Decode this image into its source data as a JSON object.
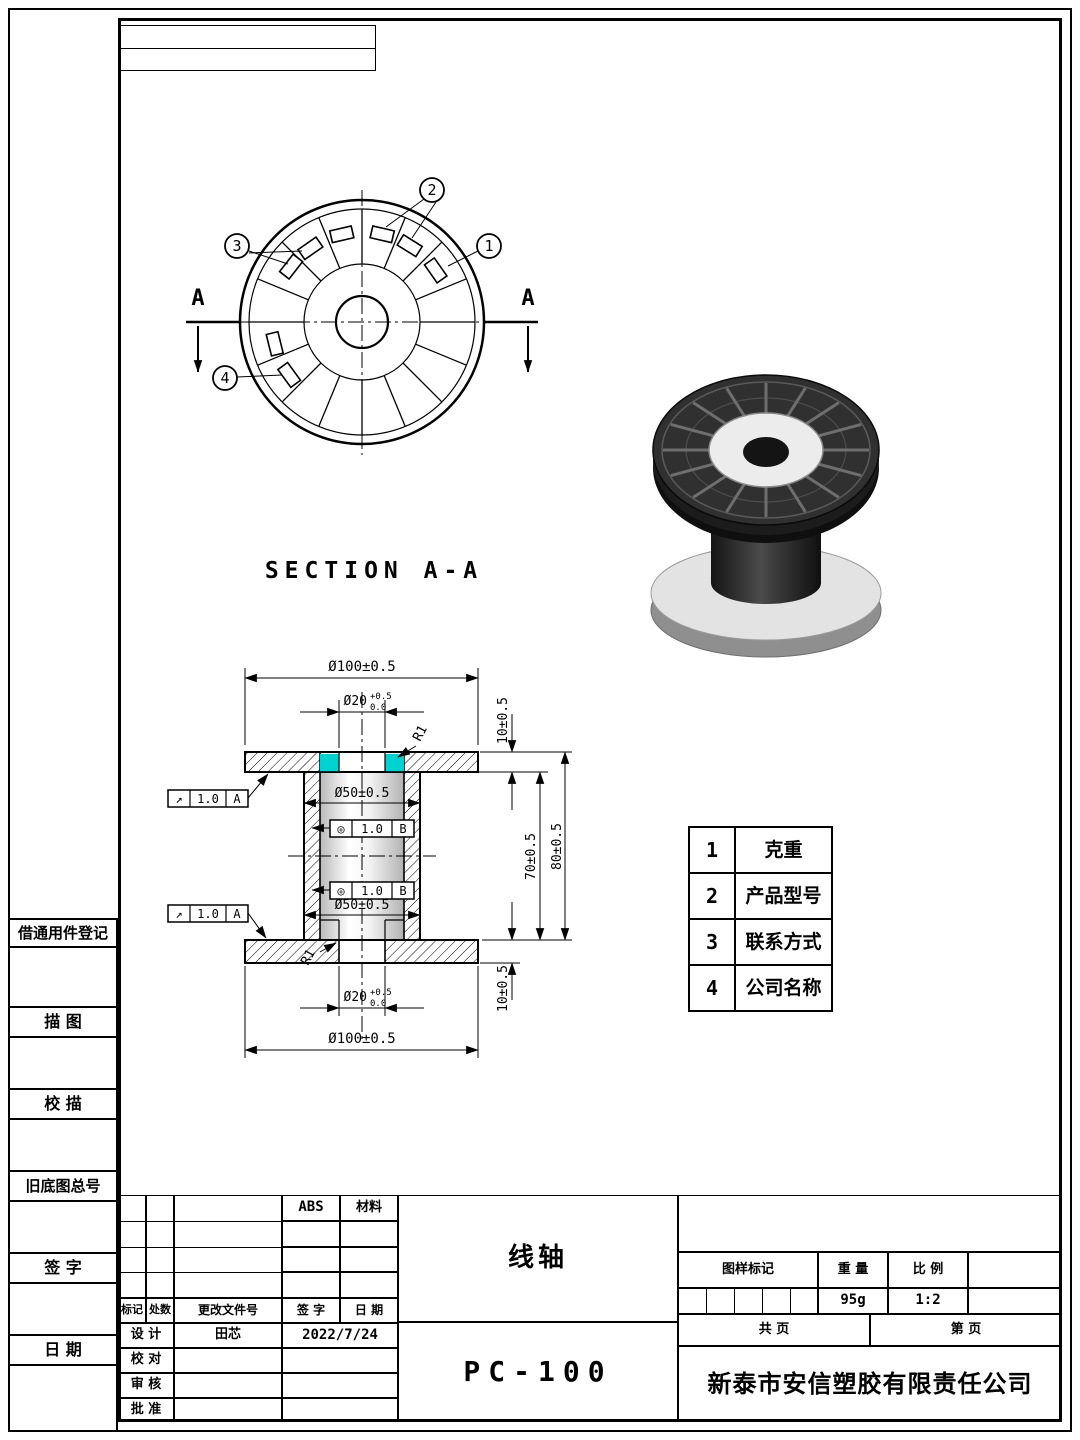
{
  "sheet": {
    "section_title": "SECTION A-A",
    "view_arrow_label": "A"
  },
  "top_view": {
    "balloons": [
      "1",
      "2",
      "3",
      "4"
    ]
  },
  "legend": {
    "rows": [
      {
        "num": "1",
        "label": "克重"
      },
      {
        "num": "2",
        "label": "产品型号"
      },
      {
        "num": "3",
        "label": "联系方式"
      },
      {
        "num": "4",
        "label": "公司名称"
      }
    ]
  },
  "sidebar": {
    "items": [
      "借通用件登记",
      "描 图",
      "校 描",
      "旧底图总号",
      "签 字",
      "日 期"
    ]
  },
  "dims": {
    "d100": "Ø100±0.5",
    "d20": "Ø20",
    "d20_tol_up": "+0.5",
    "d20_tol_dn": "0.0",
    "d50": "Ø50±0.5",
    "t10": "10±0.5",
    "t70": "70±0.5",
    "t80": "80±0.5",
    "r1": "R1",
    "runout": {
      "sym": "↗",
      "val": "1.0",
      "datum": "A"
    },
    "coax": {
      "sym": "◎",
      "val": "1.0",
      "datum": "B"
    }
  },
  "title_block": {
    "material": "ABS",
    "material_label": "材料",
    "part_name": "线轴",
    "part_no": "PC-100",
    "company": "新泰市安信塑胶有限责任公司",
    "rev_headers": [
      "标记",
      "处数",
      "更改文件号",
      "签 字",
      "日 期"
    ],
    "sign_rows": [
      {
        "label": "设 计",
        "name": "田芯",
        "date": "2022/7/24"
      },
      {
        "label": "校 对",
        "name": "",
        "date": ""
      },
      {
        "label": "审 核",
        "name": "",
        "date": ""
      },
      {
        "label": "批 准",
        "name": "",
        "date": ""
      }
    ],
    "mark_label": "图样标记",
    "weight_label": "重 量",
    "scale_label": "比 例",
    "weight": "95g",
    "scale": "1:2",
    "pages_total": "共  页",
    "page_no": "第  页"
  }
}
